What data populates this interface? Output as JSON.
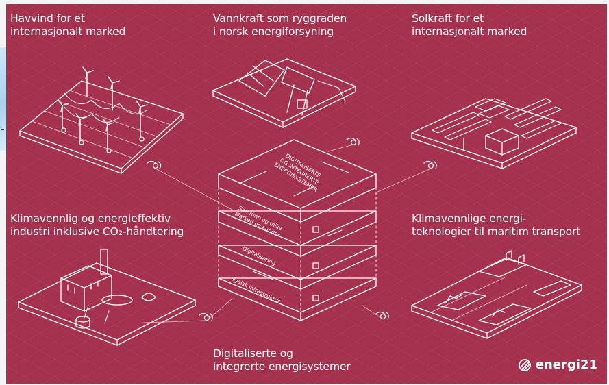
{
  "labels": {
    "offshore_wind": [
      "Havvind for et",
      "internasjonalt marked"
    ],
    "hydropower": [
      "Vannkraft som ryggraden",
      "i norsk energiforsyning"
    ],
    "solar": [
      "Solkraft for et",
      "internasjonalt marked"
    ],
    "industry": [
      "Klimavennlig og energieffektiv",
      "industri inklusive CO₂-håndtering"
    ],
    "maritime": [
      "Klimavennlige energi-",
      "teknologier til maritim transport"
    ],
    "digital": [
      "Digitaliserte og",
      "integrerte energisystemer"
    ]
  },
  "stack_layers": {
    "top": [
      "DIGITALISERTE",
      "OG INTEGRERTE",
      "ENERGISYSTEMER"
    ],
    "society": [
      "Samfunn og miljø",
      "Marked og kunder"
    ],
    "digitalization": "Digitalisering",
    "physical": "Fysisk infrastruktur"
  },
  "logo": {
    "text": "energi21"
  },
  "colors": {
    "background": "#a4324f",
    "line": "#ffffff"
  }
}
